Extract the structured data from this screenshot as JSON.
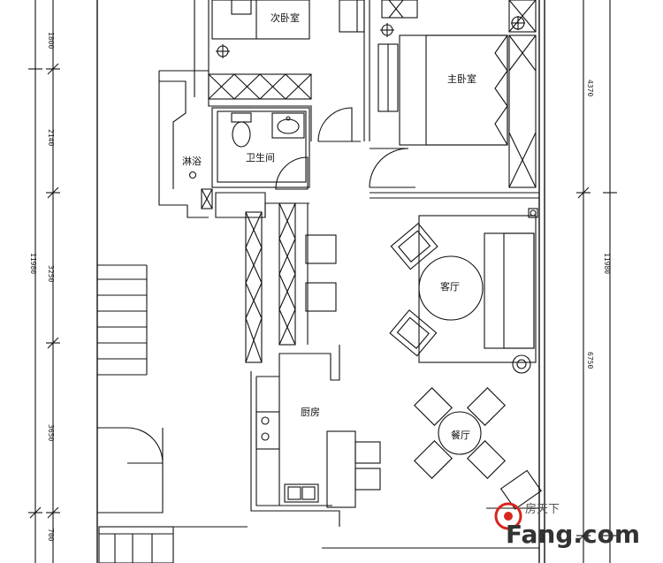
{
  "rooms": {
    "secondary_bedroom": "次卧室",
    "master_bedroom": "主卧室",
    "bathroom": "卫生间",
    "shower": "淋浴",
    "living_room": "客厅",
    "kitchen": "厨房",
    "dining_room": "餐厅"
  },
  "dimensions": {
    "left": [
      "1800",
      "2140",
      "11980",
      "3250",
      "3650",
      "700"
    ],
    "right": [
      "4370",
      "11980",
      "6750"
    ]
  },
  "watermark": {
    "brand": "Fang.com",
    "tagline": "房天下"
  }
}
